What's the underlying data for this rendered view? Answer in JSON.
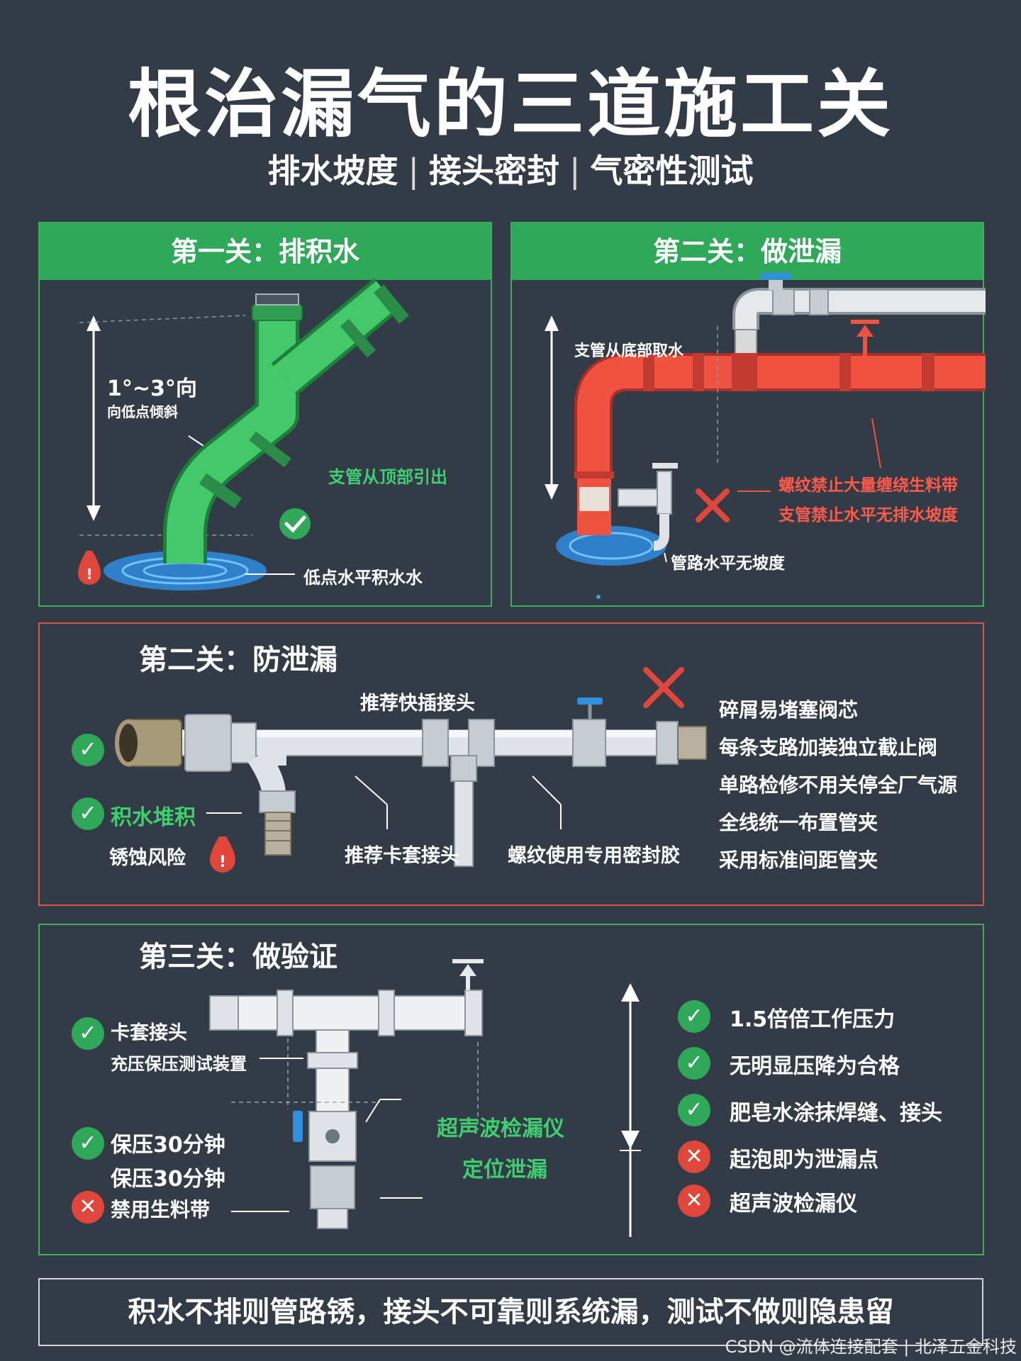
{
  "header": {
    "title": "根治漏气的三道施工关",
    "subtitle_parts": [
      "排水坡度",
      "接头密封",
      "气密性测试"
    ],
    "separator": "|"
  },
  "panel1": {
    "heading": "第一关：排积水",
    "slope_label": "1°~3°向",
    "slope_sub": "向低点倾斜",
    "branch_label": "支管从顶部引出",
    "water_label": "低点水平积水水"
  },
  "panel2": {
    "heading": "第二关：做泄漏",
    "branch_bottom": "支管从底部取水",
    "warn1": "螺纹禁止大量缠绕生料带",
    "warn2": "支管禁止水平无排水坡度",
    "no_slope": "管路水平无坡度"
  },
  "panel3": {
    "heading": "第二关：防泄漏",
    "quick_connector": "推荐快插接头",
    "water_accum": "积水堆积",
    "rust_risk": "锈蚀风险",
    "ferrule": "推荐卡套接头",
    "sealant": "螺纹使用专用密封胶",
    "list": [
      "碎屑易堵塞阀芯",
      "每条支路加装独立截止阀",
      "单路检修不用关停全厂气源",
      "全线统一布置管夹",
      "采用标准间距管夹"
    ]
  },
  "panel4": {
    "heading": "第三关：做验证",
    "ferrule": "卡套接头",
    "device": "充压保压测试装置",
    "hold1": "保压30分钟",
    "hold2": "保压30分钟",
    "ban_tape": "禁用生料带",
    "ultra1": "超声波检漏仪",
    "ultra2": "定位泄漏",
    "checks": [
      {
        "text": "1.5倍倍工作压力",
        "ok": true
      },
      {
        "text": "无明显压降为合格",
        "ok": true
      },
      {
        "text": "肥皂水涂抹焊缝、接头",
        "ok": true
      },
      {
        "text": "起泡即为泄漏点",
        "ok": false
      },
      {
        "text": "超声波检漏仪",
        "ok": false
      }
    ]
  },
  "footer": {
    "slogan": "积水不排则管路锈，接头不可靠则系统漏，测试不做则隐患留",
    "watermark": "CSDN @流体连接配套 | 北泽五金科技"
  },
  "colors": {
    "background": "#323b46",
    "green": "#2fa85a",
    "red": "#e0463c",
    "pipe_green": "#3ec464",
    "pipe_red": "#ef4f3c",
    "water": "#3aa0e8"
  }
}
